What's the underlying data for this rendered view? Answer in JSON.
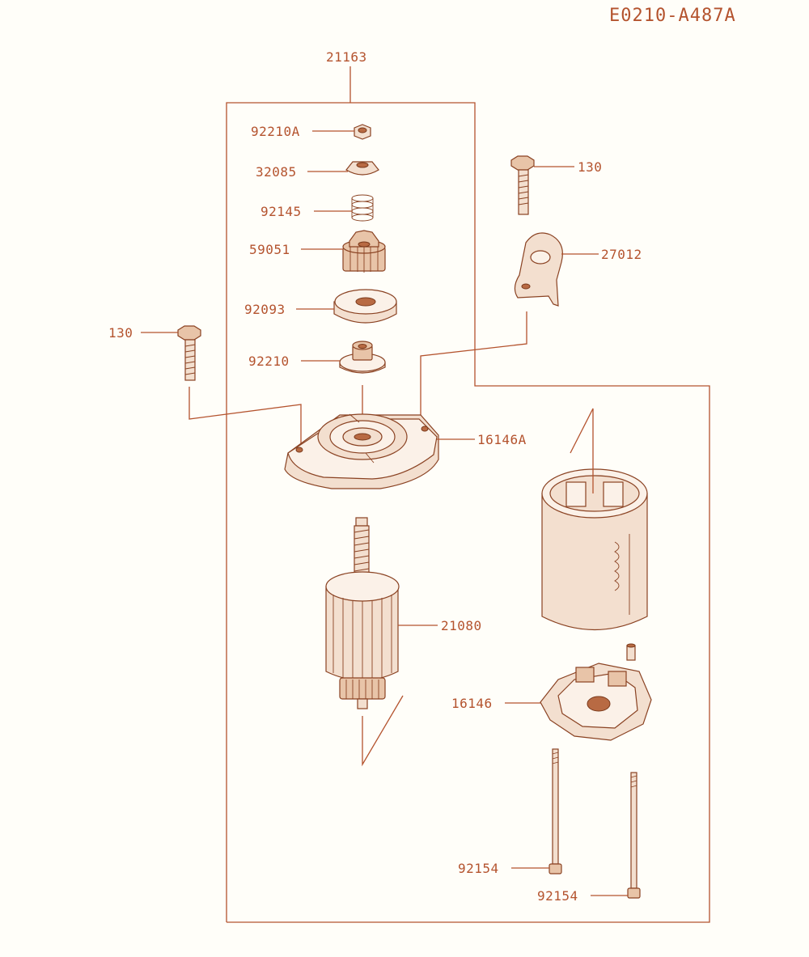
{
  "diagram_code": "E0210-A487A",
  "parts": {
    "p21163": "21163",
    "p92210A": "92210A",
    "p32085": "32085",
    "p92145": "92145",
    "p59051": "59051",
    "p92093": "92093",
    "p92210": "92210",
    "p130_left": "130",
    "p130_right": "130",
    "p27012": "27012",
    "p16146A": "16146A",
    "p21080": "21080",
    "p16146": "16146",
    "p92154_a": "92154",
    "p92154_b": "92154"
  },
  "colors": {
    "line": "#b4532e",
    "background": "#fffef9"
  }
}
